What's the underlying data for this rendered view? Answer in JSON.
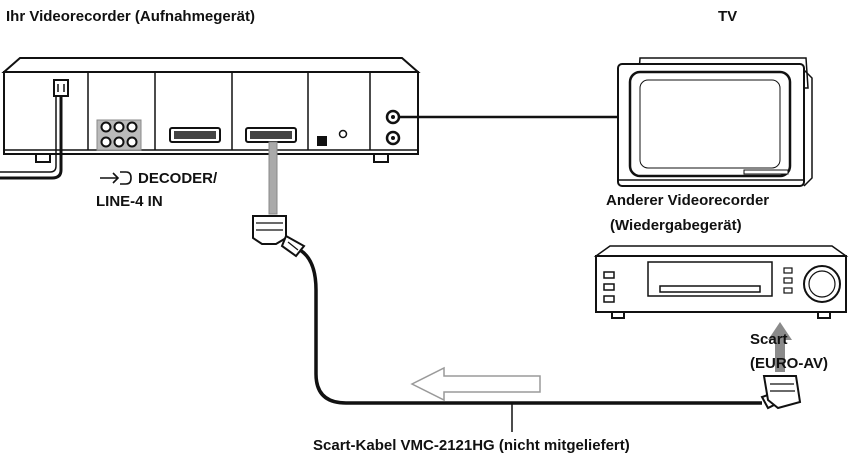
{
  "labels": {
    "recorder_title": "Ihr Videorecorder (Aufnahmegerät)",
    "tv_title": "TV",
    "decoder_line1": "DECODER/",
    "decoder_line2": "LINE-4 IN",
    "other_vcr_line1": "Anderer Videorecorder",
    "other_vcr_line2": "(Wiedergabegerät)",
    "scart_line1": "Scart",
    "scart_line2": "(EURO-AV)",
    "cable_caption": "Scart-Kabel VMC-2121HG (nicht mitgeliefert)"
  },
  "icons": {
    "input": "input-arrow-icon",
    "signal": "signal-direction-arrow-icon"
  },
  "colors": {
    "stroke": "#111111",
    "device_fill": "#ffffff",
    "cable": "#111111",
    "arrow_gray": "#8a8a8a"
  }
}
